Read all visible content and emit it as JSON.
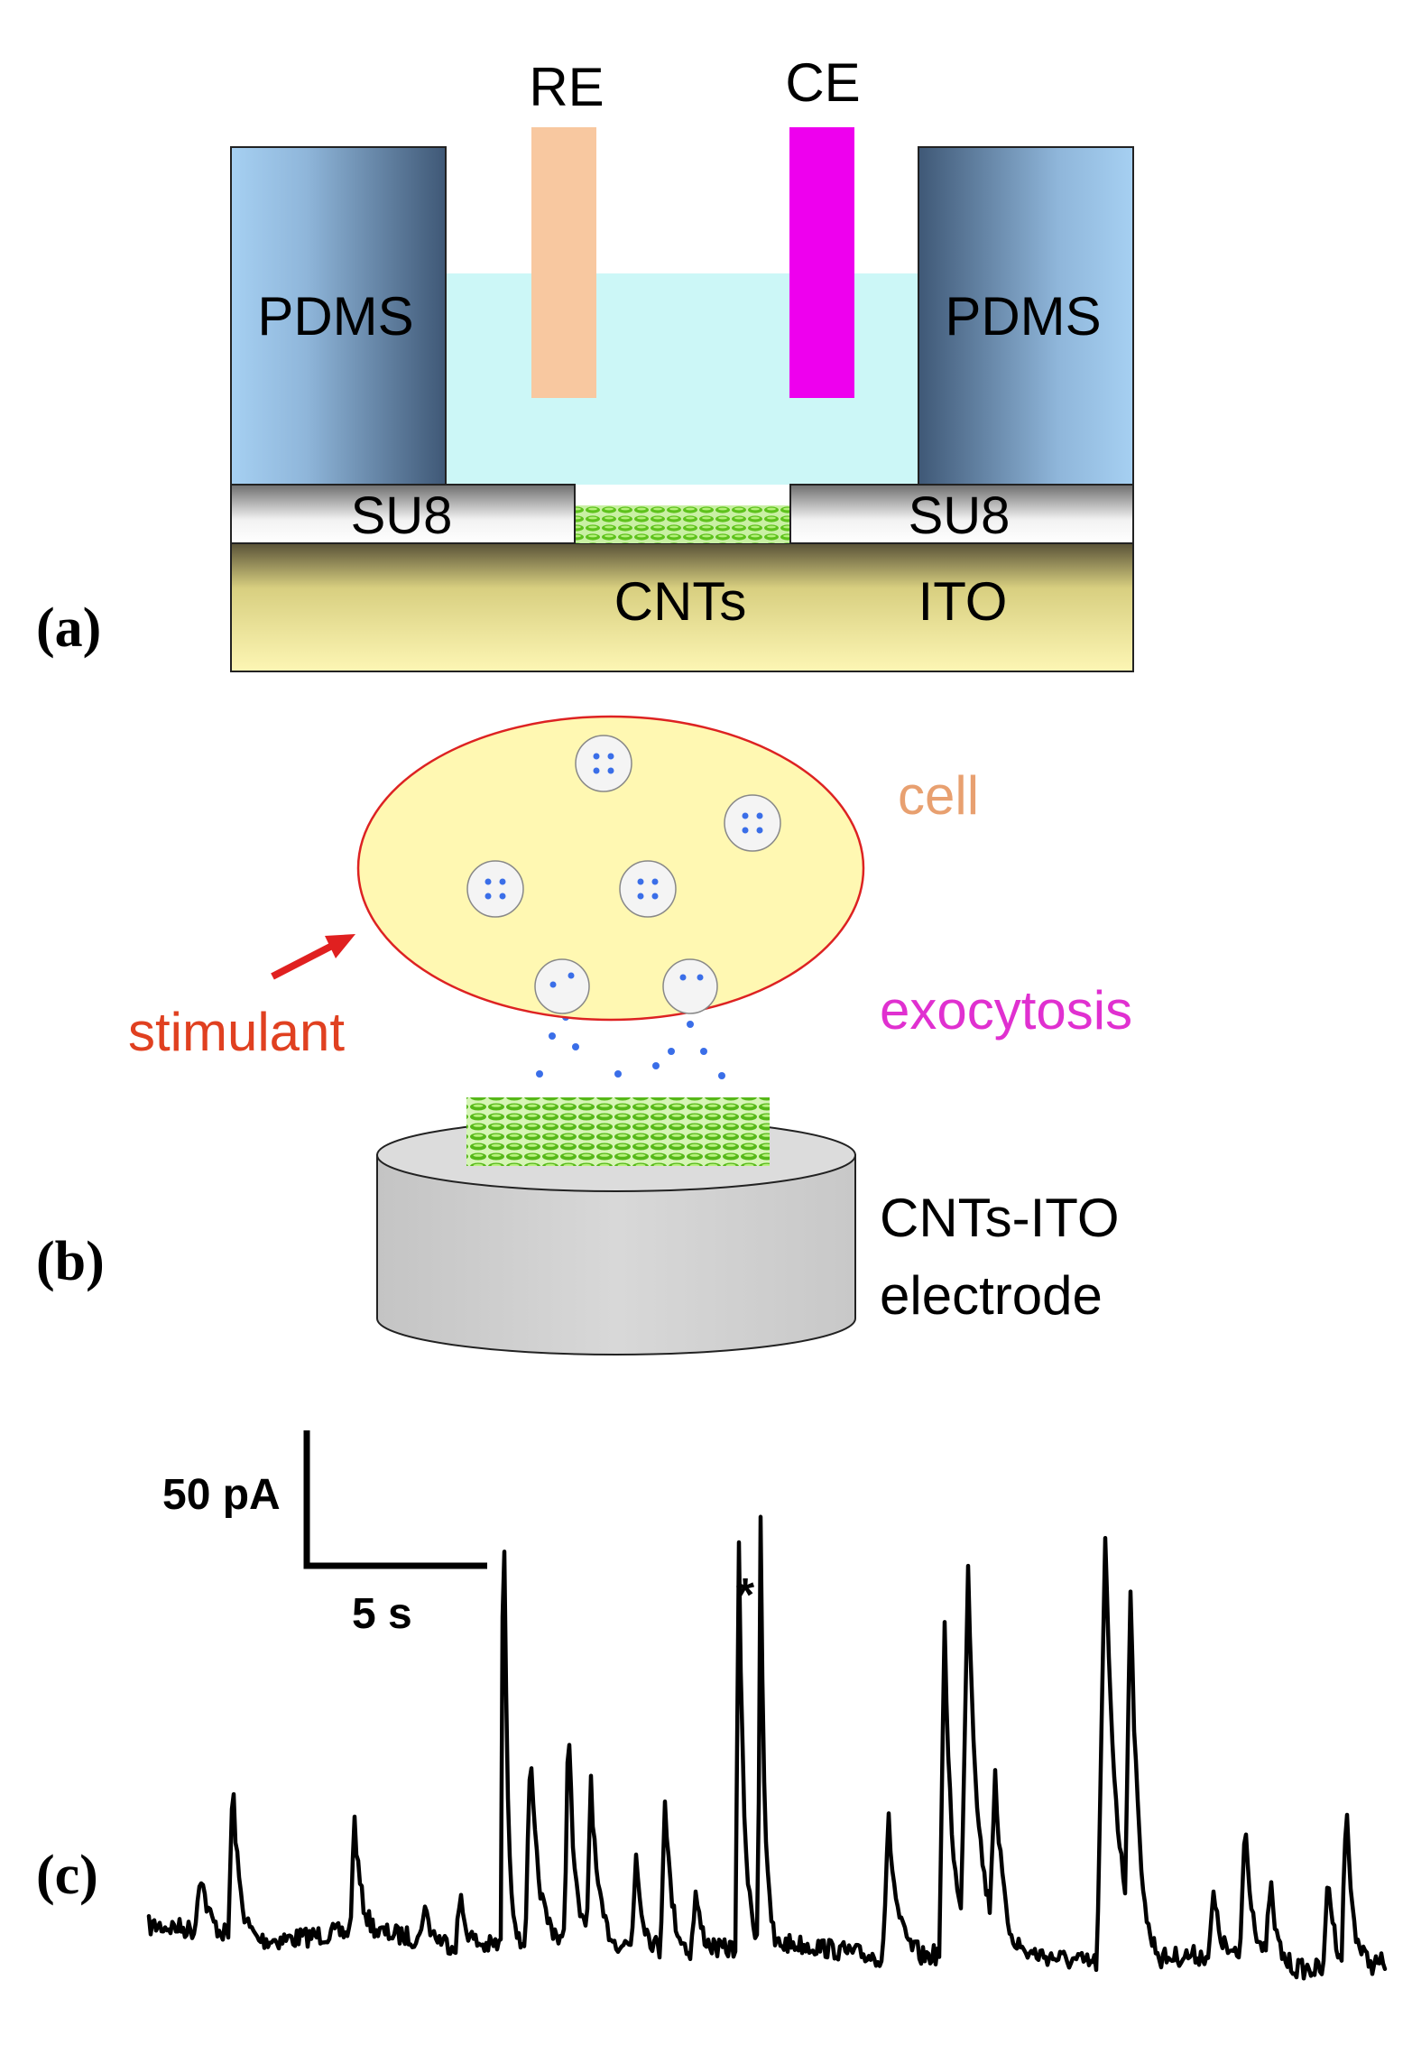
{
  "panel_a": {
    "label": "(a)",
    "reference_electrode": "RE",
    "counter_electrode": "CE",
    "pdms_left": "PDMS",
    "pdms_right": "PDMS",
    "su8_left": "SU8",
    "su8_right": "SU8",
    "cnts": "CNTs",
    "ito": "ITO"
  },
  "panel_b": {
    "label": "(b)",
    "cell": "cell",
    "stimulant": "stimulant",
    "exocytosis": "exocytosis",
    "electrode_line1": "CNTs-ITO",
    "electrode_line2": "electrode"
  },
  "panel_c": {
    "label": "(c)",
    "scale_current": "50 pA",
    "scale_time": "5 s",
    "marker": "*"
  },
  "colors": {
    "pdms_light": "#a6d0f2",
    "pdms_dark": "#3f5876",
    "solution": "#ccf7f7",
    "re": "#f8c8a0",
    "ce": "#ee00ee",
    "su8_light": "#ffffff",
    "su8_dark": "#6e6e6e",
    "ito_light": "#fdf6b4",
    "ito_dark": "#595237",
    "cnt_green": "#5ec21c",
    "cell_fill": "#fff8b2",
    "cell_outline": "#dd2222",
    "cell_text": "#e8a070",
    "stimulant_text": "#e04020",
    "arrow": "#e02020",
    "exocytosis_text": "#e030d0",
    "molecule_blue": "#3a6ee8",
    "electrode_gray": "#d2d2d2",
    "trace": "#000000"
  }
}
